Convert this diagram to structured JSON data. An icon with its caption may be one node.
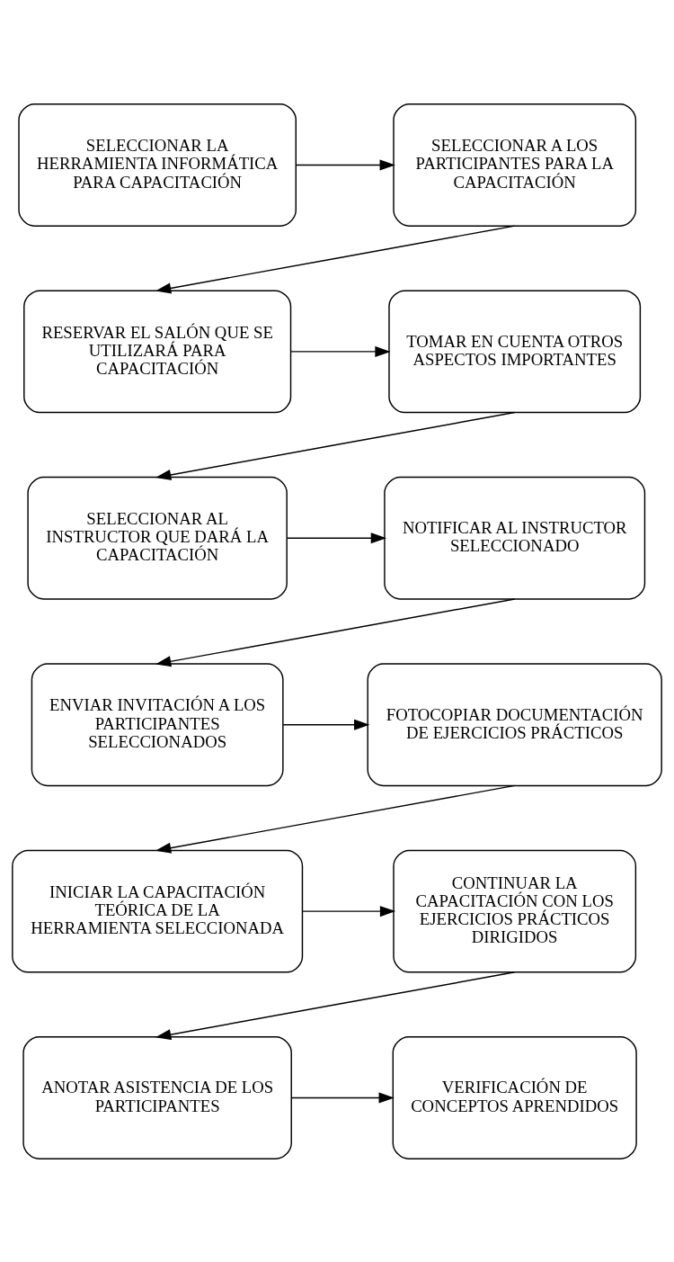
{
  "diagram": {
    "nodes": [
      {
        "text": [
          "SELECCIONAR LA HERRAMIENTA INFORMÁTICA PARA CAPACITACIÓN"
        ]
      },
      {
        "text": [
          "SELECCIONAR A LOS PARTICIPANTES PARA LA CAPACITACIÓN"
        ]
      },
      {
        "text": [
          "RESERVAR EL SALÓN QUE SE UTILIZARÁ PARA CAPACITACIÓN"
        ]
      },
      {
        "text": [
          "TOMAR EN CUENTA OTROS ASPECTOS IMPORTANTES"
        ]
      },
      {
        "text": [
          "SELECCIONAR AL INSTRUCTOR QUE DARÁ LA CAPACITACIÓN"
        ]
      },
      {
        "text": [
          "NOTIFICAR AL INSTRUCTOR SELECCIONADO"
        ]
      },
      {
        "text": [
          "ENVIAR INVITACIÓN A LOS PARTICIPANTES SELECCIONADOS"
        ]
      },
      {
        "text": [
          "FOTOCOPIAR DOCUMENTACIÓN DE EJERCICIOS PRÁCTICOS"
        ]
      },
      {
        "text": [
          "INICIAR LA CAPACITACIÓN TEÓRICA DE LA HERRAMIENTA SELECCIONADA"
        ]
      },
      {
        "text": [
          "CONTINUAR LA CAPACITACIÓN CON LOS EJERCICIOS PRÁCTICOS DIRIGIDOS"
        ]
      },
      {
        "text": [
          "ANOTAR ASISTENCIA DE LOS PARTICIPANTES"
        ]
      },
      {
        "text": [
          "VERIFICACIÓN DE CONCEPTOS APRENDIDOS"
        ]
      }
    ],
    "edges": [
      {
        "from": 0,
        "to": 1,
        "arrow": "to"
      },
      {
        "from": 1,
        "to": 2,
        "arrow": "to"
      },
      {
        "from": 2,
        "to": 3,
        "arrow": "to"
      },
      {
        "from": 3,
        "to": 4,
        "arrow": "to"
      },
      {
        "from": 4,
        "to": 5,
        "arrow": "to"
      },
      {
        "from": 5,
        "to": 6,
        "arrow": "to"
      },
      {
        "from": 6,
        "to": 7,
        "arrow": "to"
      },
      {
        "from": 7,
        "to": 8,
        "arrow": "to"
      },
      {
        "from": 8,
        "to": 9,
        "arrow": "to"
      },
      {
        "from": 9,
        "to": 10,
        "arrow": "to"
      },
      {
        "from": 10,
        "to": 11,
        "arrow": "to"
      }
    ]
  }
}
